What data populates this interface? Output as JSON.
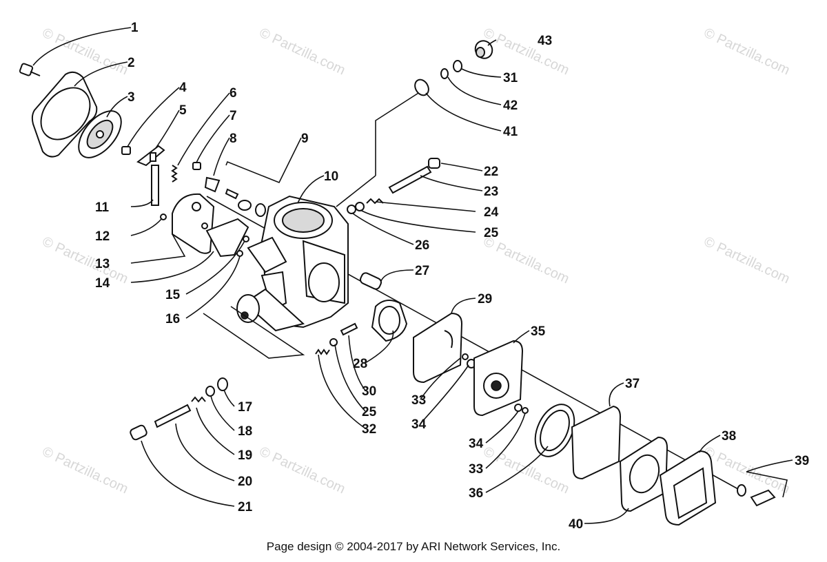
{
  "watermark": "© Partzilla.com",
  "footer": "Page design © 2004-2017 by ARI Network Services, Inc.",
  "callouts": [
    "1",
    "2",
    "3",
    "4",
    "5",
    "6",
    "7",
    "8",
    "9",
    "10",
    "11",
    "12",
    "13",
    "14",
    "15",
    "16",
    "17",
    "18",
    "19",
    "20",
    "21",
    "22",
    "23",
    "24",
    "25",
    "26",
    "27",
    "28",
    "29",
    "30",
    "25",
    "31",
    "32",
    "33",
    "34",
    "35",
    "34",
    "33",
    "36",
    "37",
    "38",
    "39",
    "40",
    "41",
    "42",
    "43"
  ]
}
